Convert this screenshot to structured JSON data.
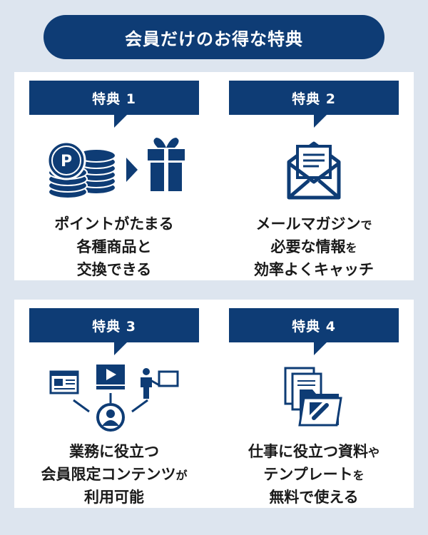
{
  "header": {
    "title": "会員だけのお得な特典"
  },
  "colors": {
    "navy": "#0e3c75",
    "background": "#dde5ef",
    "card": "#ffffff"
  },
  "benefits": [
    {
      "tag": "特典 1",
      "icon": "points-to-gift-icon",
      "coin_letter": "P",
      "lines": [
        {
          "main": "ポイントがたまる",
          "small": ""
        },
        {
          "main": "各種商品と",
          "small": ""
        },
        {
          "main": "交換できる",
          "small": ""
        }
      ]
    },
    {
      "tag": "特典 2",
      "icon": "envelope-icon",
      "lines": [
        {
          "main": "メールマガジン",
          "small": "で"
        },
        {
          "main": "必要な情報",
          "small": "を"
        },
        {
          "main": "効率よくキャッチ",
          "small": ""
        }
      ]
    },
    {
      "tag": "特典 3",
      "icon": "content-network-icon",
      "lines": [
        {
          "main": "業務に役立つ",
          "small": ""
        },
        {
          "main": "会員限定コンテンツ",
          "small": "が"
        },
        {
          "main": "利用可能",
          "small": ""
        }
      ]
    },
    {
      "tag": "特典 4",
      "icon": "document-folder-icon",
      "lines": [
        {
          "main": "仕事に役立つ資料",
          "small": "や"
        },
        {
          "main": "テンプレート",
          "small": "を"
        },
        {
          "main": "無料で使える",
          "small": ""
        }
      ]
    }
  ]
}
